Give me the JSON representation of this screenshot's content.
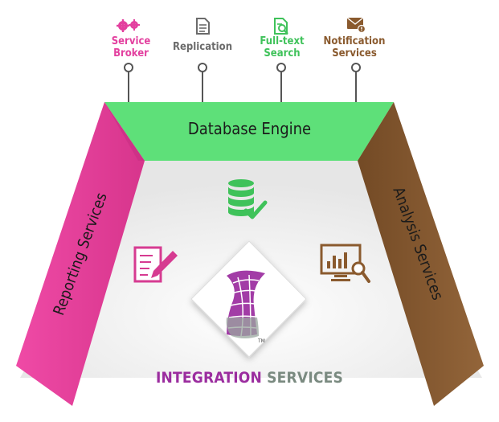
{
  "top_components": [
    {
      "label": "Service Broker",
      "line1": "Service",
      "line2": "Broker",
      "icon": "gears-icon",
      "color": "#e3409f"
    },
    {
      "label": "Replication",
      "line1": "Replication",
      "line2": "",
      "icon": "document-icon",
      "color": "#6b6b6b"
    },
    {
      "label": "Full-text Search",
      "line1": "Full-text",
      "line2": "Search",
      "icon": "search-document-icon",
      "color": "#3fc25a"
    },
    {
      "label": "Notification Services",
      "line1": "Notification",
      "line2": "Services",
      "icon": "mail-alert-icon",
      "color": "#8a5a2e"
    }
  ],
  "panels": {
    "top": {
      "label": "Database Engine",
      "color": "#5ee079"
    },
    "left": {
      "label": "Reporting Services",
      "color": "#ea3d9c"
    },
    "right": {
      "label": "Analysis Services",
      "color": "#8b5d32"
    }
  },
  "center": {
    "logo": "integration-services-logo"
  },
  "footer": {
    "word1": "INTEGRATION",
    "word2": "SERVICES",
    "color1": "#9b2d9f",
    "color2": "#7a8a80"
  }
}
